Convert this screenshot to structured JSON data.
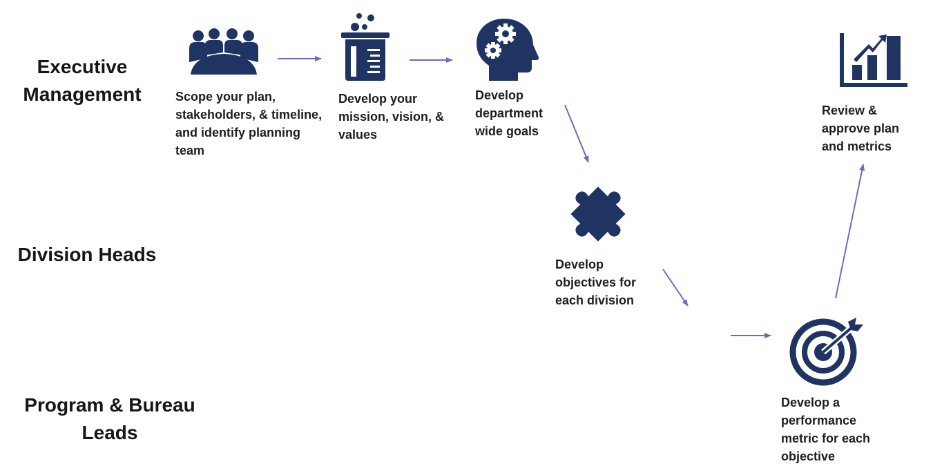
{
  "lanes": {
    "executive": "Executive Management",
    "division": "Division Heads",
    "program": "Program & Bureau Leads"
  },
  "steps": [
    {
      "id": "scope",
      "text": "Scope your plan, stakeholders, & timeline, and identify planning team",
      "icon": "team-meeting-icon"
    },
    {
      "id": "mission",
      "text": "Develop your mission, vision, & values",
      "icon": "beaker-icon"
    },
    {
      "id": "goals",
      "text": "Develop department wide goals",
      "icon": "head-gears-icon"
    },
    {
      "id": "objectives",
      "text": "Develop objectives for each division",
      "icon": "puzzle-piece-icon"
    },
    {
      "id": "metric",
      "text": "Develop a performance metric for each objective",
      "icon": "target-icon"
    },
    {
      "id": "review",
      "text": "Review & approve plan and metrics",
      "icon": "bar-chart-icon"
    }
  ],
  "colors": {
    "icon": "#1f3462",
    "arrow": "#6a6bc4",
    "text": "#1e1e1e"
  }
}
